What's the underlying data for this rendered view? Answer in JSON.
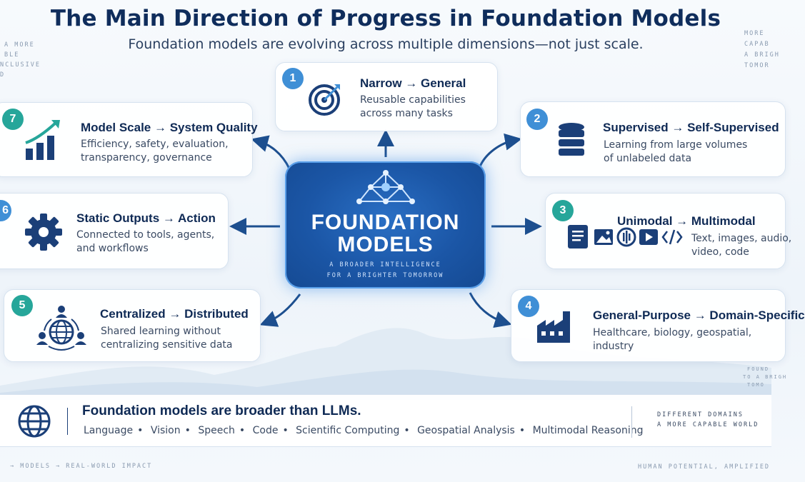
{
  "header": {
    "title": "The Main Direction of Progress in Foundation Models",
    "subtitle": "Foundation models are evolving across multiple dimensions—not just scale."
  },
  "hub": {
    "title_line1": "FOUNDATION",
    "title_line2": "MODELS",
    "tagline_line1": "A BROADER INTELLIGENCE",
    "tagline_line2": "FOR A BRIGHTER TOMORROW"
  },
  "cards": [
    {
      "number": "1",
      "heading": "Narrow → General",
      "desc_line1": "Reusable capabilities",
      "desc_line2": "across many tasks",
      "icon": "target-icon",
      "badge_color": "#3f8fd6"
    },
    {
      "number": "2",
      "heading": "Supervised → Self-Supervised",
      "desc_line1": "Learning from large volumes",
      "desc_line2": "of unlabeled data",
      "icon": "database-icon",
      "badge_color": "#3f8fd6"
    },
    {
      "number": "3",
      "heading": "Unimodal → Multimodal",
      "desc_line1": "Text, images, audio,",
      "desc_line2": "video, code",
      "icon": "multimodal-icons",
      "badge_color": "#26a69a"
    },
    {
      "number": "4",
      "heading": "General-Purpose → Domain-Specific",
      "desc_line1": "Healthcare, biology, geospatial,",
      "desc_line2": "industry",
      "icon": "factory-icon",
      "badge_color": "#3f8fd6"
    },
    {
      "number": "5",
      "heading": "Centralized → Distributed",
      "desc_line1": "Shared learning without",
      "desc_line2": "centralizing sensitive data",
      "icon": "network-globe-icon",
      "badge_color": "#26a69a"
    },
    {
      "number": "6",
      "heading": "Static Outputs → Action",
      "desc_line1": "Connected to tools, agents,",
      "desc_line2": "and workflows",
      "icon": "gear-icon",
      "badge_color": "#3f8fd6"
    },
    {
      "number": "7",
      "heading": "Model Scale → System Quality",
      "desc_line1": "Efficiency, safety, evaluation,",
      "desc_line2": "transparency, governance",
      "icon": "growth-chart-icon",
      "badge_color": "#26a69a"
    }
  ],
  "bottom": {
    "heading": "Foundation models are broader than LLMs.",
    "domains": [
      "Language",
      "Vision",
      "Speech",
      "Code",
      "Scientific Computing",
      "Geospatial Analysis",
      "Multimodal Reasoning"
    ],
    "right_line1": "DIFFERENT DOMAINS",
    "right_line2": "A MORE CAPABLE WORLD",
    "icon": "globe-icon"
  },
  "footer": {
    "left": "→ MODELS → REAL-WORLD IMPACT",
    "right": "HUMAN POTENTIAL, AMPLIFIED"
  },
  "corner_text": {
    "top_left": [
      "A MORE",
      "BLE",
      "NCLUSIVE",
      "D"
    ],
    "top_right": [
      "MORE",
      "CAPAB",
      "A BRIGH",
      "TOMOR"
    ],
    "mid_right": [
      "FOUND",
      "TO A BRIGH",
      "TOMO"
    ]
  },
  "colors": {
    "accent": "#1b56a6",
    "title": "#0f2d5c",
    "teal": "#26a69a",
    "blue_badge": "#3f8fd6"
  }
}
